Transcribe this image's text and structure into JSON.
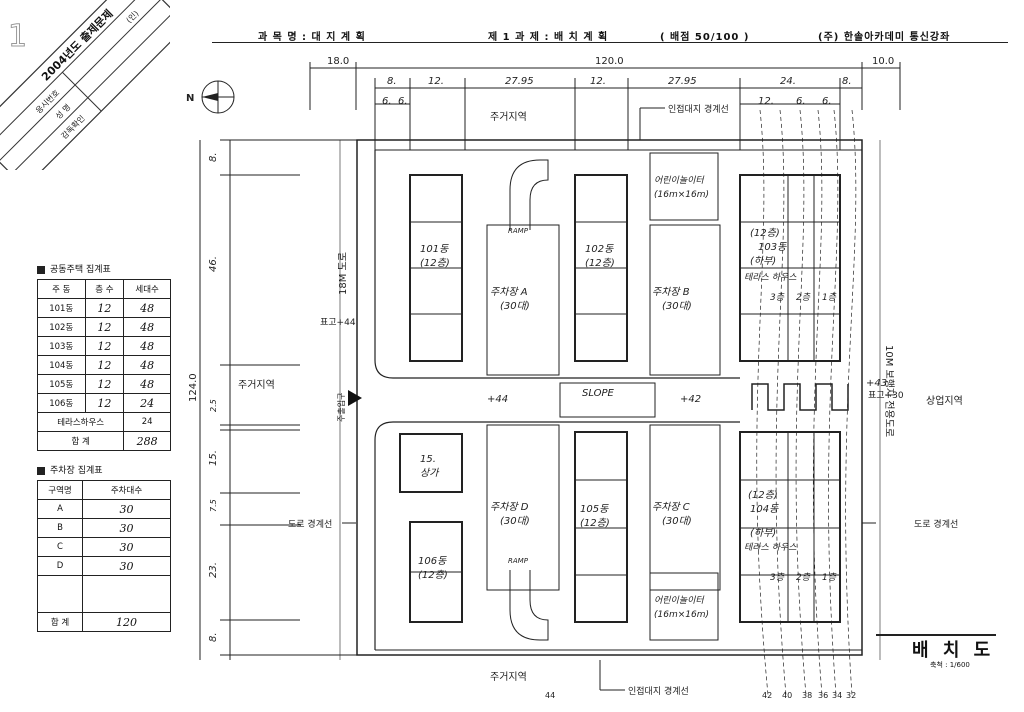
{
  "header": {
    "subject": "과 목 명 : 대 지 계 획",
    "task": "제 1 과 제 : 배 치 계 획",
    "score": "( 배점 50/100 )",
    "publisher": "(주) 한솔아카데미 통신강좌"
  },
  "stamp": {
    "number": "1",
    "title": "2004년도 출제문제",
    "row1": "응시번호",
    "row2": "성 명",
    "row3": "감독확인",
    "seal": "(인)"
  },
  "housing_table": {
    "title": "공동주택 집계표",
    "headers": [
      "주 동",
      "층 수",
      "세대수"
    ],
    "rows": [
      [
        "101동",
        "12",
        "48"
      ],
      [
        "102동",
        "12",
        "48"
      ],
      [
        "103동",
        "12",
        "48"
      ],
      [
        "104동",
        "12",
        "48"
      ],
      [
        "105동",
        "12",
        "48"
      ],
      [
        "106동",
        "12",
        "24"
      ]
    ],
    "terrace_label": "테라스하우스",
    "terrace_value": "24",
    "total_label": "합 계",
    "total_value": "288"
  },
  "parking_table": {
    "title": "주차장 집계표",
    "headers": [
      "구역명",
      "주차대수"
    ],
    "rows": [
      [
        "A",
        "30"
      ],
      [
        "B",
        "30"
      ],
      [
        "C",
        "30"
      ],
      [
        "D",
        "30"
      ],
      [
        "",
        ""
      ]
    ],
    "total_label": "합 계",
    "total_value": "120"
  },
  "plan": {
    "dim_top": [
      "18.0",
      "120.0",
      "10.0"
    ],
    "dim_sub": [
      "8.",
      "12.",
      "27.95",
      "12.",
      "27.95",
      "24.",
      "8."
    ],
    "dim_sub2": [
      "6.",
      "6.",
      "12.",
      "6.",
      "6."
    ],
    "dim_left": [
      "8.",
      "46.",
      "2.5",
      "15.",
      "7.5",
      "23.",
      "8."
    ],
    "dim_total_left": "124.0",
    "north": "N",
    "top_label": "주거지역",
    "top_boundary": "인접대지 경계선",
    "bottom_label": "주거지역",
    "bottom_boundary": "인접대지 경계선",
    "left_road": "18M 도로",
    "left_elev": "표고+44",
    "left_zone": "주거지역",
    "entrance": "주출입구",
    "road_boundary": "도로 경계선",
    "right_road": "10M 보행자 전용도로",
    "right_elev": "표고+30",
    "right_zone": "상업지역",
    "center_elev_left": "+44",
    "center_slope": "SLOPE",
    "center_elev_right": "+42",
    "center_elev_far": "+43",
    "ramp": "RAMP",
    "b101": "101동",
    "b101f": "(12층)",
    "b102": "102동",
    "b102f": "(12층)",
    "b103": "103동",
    "b103f": "(12층)",
    "b103t": "(하부)",
    "terrace1": "테라스 하우스",
    "b104": "104동",
    "b104f": "(12층)",
    "b104t": "(하부)",
    "terrace2": "테라스 하우스",
    "b105": "105동",
    "b105f": "(12층)",
    "b106": "106동",
    "b106f": "(12층)",
    "store": "상가",
    "store_h": "15.",
    "pkA": "주차장 A",
    "pkA_n": "(30대)",
    "pkB": "주차장 B",
    "pkB_n": "(30대)",
    "pkC": "주차장 C",
    "pkC_n": "(30대)",
    "pkD": "주차장 D",
    "pkD_n": "(30대)",
    "play_top": "어린이놀이터",
    "play_top_sz": "(16m×16m)",
    "play_bot": "어린이놀이터",
    "play_bot_sz": "(16m×16m)",
    "floors_top": [
      "3층",
      "2층",
      "1층"
    ],
    "floors_bot": [
      "3층",
      "2층",
      "1층"
    ],
    "contours": [
      "44",
      "42",
      "40",
      "38",
      "36",
      "34",
      "32"
    ]
  },
  "title_block": {
    "title": "배 치 도",
    "scale": "축척 : 1/600"
  }
}
